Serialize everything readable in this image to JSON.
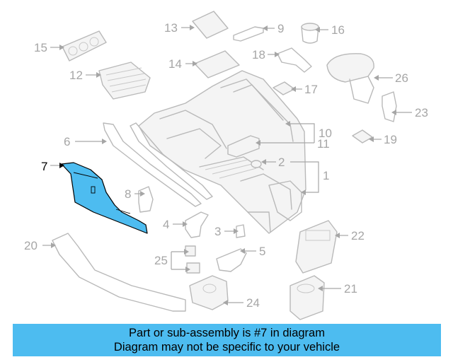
{
  "diagram": {
    "highlight_color": "#4dbcf0",
    "highlighted_part": "7",
    "callouts": [
      {
        "id": "1",
        "label": "1"
      },
      {
        "id": "2",
        "label": "2"
      },
      {
        "id": "3",
        "label": "3"
      },
      {
        "id": "4",
        "label": "4"
      },
      {
        "id": "5",
        "label": "5"
      },
      {
        "id": "6",
        "label": "6"
      },
      {
        "id": "7",
        "label": "7"
      },
      {
        "id": "8",
        "label": "8"
      },
      {
        "id": "9",
        "label": "9"
      },
      {
        "id": "10",
        "label": "10"
      },
      {
        "id": "11",
        "label": "11"
      },
      {
        "id": "12",
        "label": "12"
      },
      {
        "id": "13",
        "label": "13"
      },
      {
        "id": "14",
        "label": "14"
      },
      {
        "id": "15",
        "label": "15"
      },
      {
        "id": "16",
        "label": "16"
      },
      {
        "id": "17",
        "label": "17"
      },
      {
        "id": "18",
        "label": "18"
      },
      {
        "id": "19",
        "label": "19"
      },
      {
        "id": "20",
        "label": "20"
      },
      {
        "id": "21",
        "label": "21"
      },
      {
        "id": "22",
        "label": "22"
      },
      {
        "id": "23",
        "label": "23"
      },
      {
        "id": "24",
        "label": "24"
      },
      {
        "id": "25",
        "label": "25"
      },
      {
        "id": "26",
        "label": "26"
      }
    ]
  },
  "banner": {
    "line1": "Part or sub-assembly is #7 in diagram",
    "line2": "Diagram may not be specific to your vehicle",
    "color": "#4dbcf0"
  }
}
